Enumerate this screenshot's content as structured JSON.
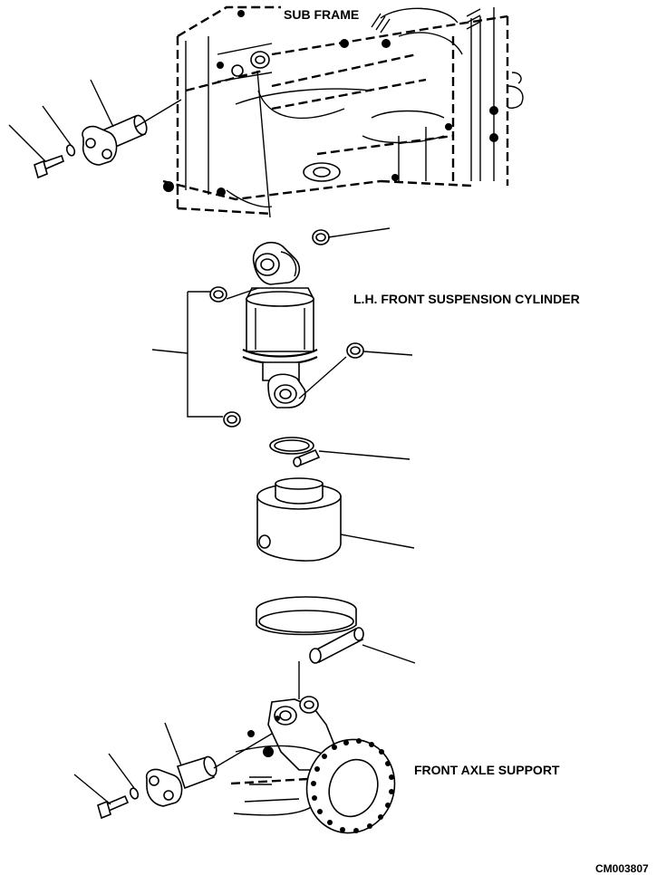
{
  "labels": {
    "sub_frame": "SUB FRAME",
    "cylinder": "L.H. FRONT SUSPENSION CYLINDER",
    "axle_support": "FRONT AXLE SUPPORT",
    "drawing_code": "CM003807"
  },
  "colors": {
    "ink": "#000000",
    "paper": "#ffffff"
  }
}
